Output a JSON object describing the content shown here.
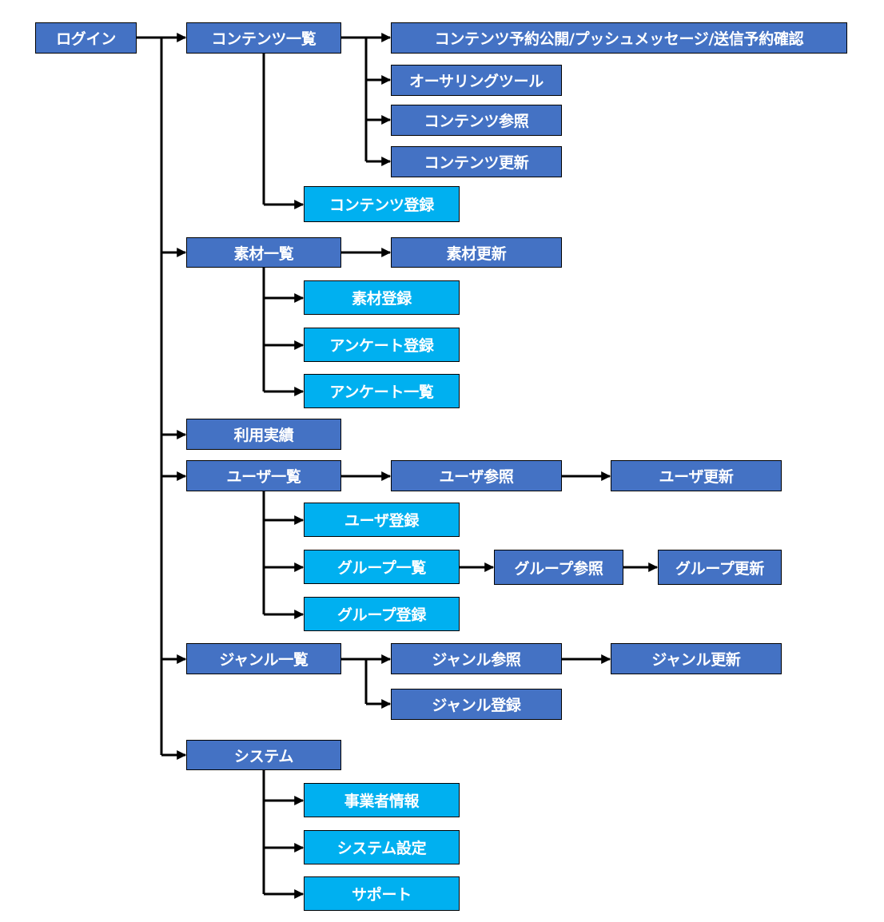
{
  "colors": {
    "primary_fill": "#4472c4",
    "secondary_fill": "#00b0f0",
    "connector": "#000000",
    "label": "#ffffff"
  },
  "nodes": {
    "login": "ログイン",
    "content_list": "コンテンツ一覧",
    "content_schedule": "コンテンツ予約公開/プッシュメッセージ/送信予約確認",
    "authoring_tool": "オーサリングツール",
    "content_view": "コンテンツ参照",
    "content_update": "コンテンツ更新",
    "content_register": "コンテンツ登録",
    "material_list": "素材一覧",
    "material_update": "素材更新",
    "material_register": "素材登録",
    "survey_register": "アンケート登録",
    "survey_list": "アンケート一覧",
    "usage_results": "利用実績",
    "user_list": "ユーザ一覧",
    "user_view": "ユーザ参照",
    "user_update": "ユーザ更新",
    "user_register": "ユーザ登録",
    "group_list": "グループ一覧",
    "group_view": "グループ参照",
    "group_update": "グループ更新",
    "group_register": "グループ登録",
    "genre_list": "ジャンル一覧",
    "genre_view": "ジャンル参照",
    "genre_update": "ジャンル更新",
    "genre_register": "ジャンル登録",
    "system": "システム",
    "business_info": "事業者情報",
    "system_settings": "システム設定",
    "support": "サポート"
  }
}
